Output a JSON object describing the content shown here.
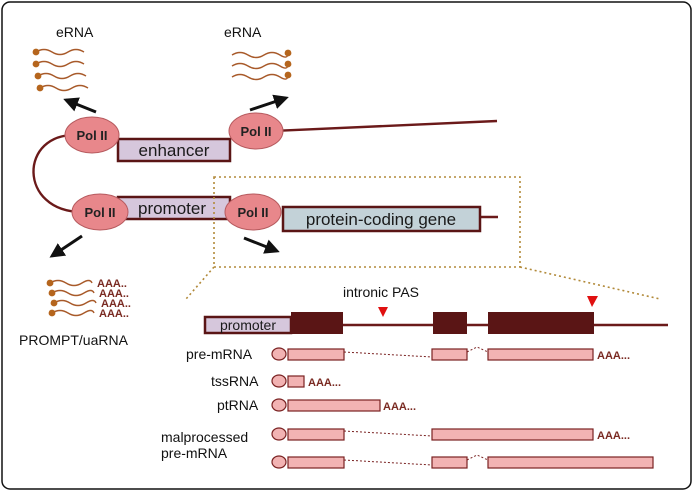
{
  "enhancer": {
    "erna_left": "eRNA",
    "erna_right": "eRNA",
    "polii_left": "Pol II",
    "polii_right": "Pol II",
    "box": "enhancer"
  },
  "promoter": {
    "polii_left": "Pol II",
    "polii_right": "Pol II",
    "box": "promoter",
    "gene": "protein-coding gene",
    "prompt_label": "PROMPT/uaRNA",
    "polya": [
      "AAA..",
      "AAA..",
      "AAA..",
      "AAA.."
    ]
  },
  "zoom": {
    "intronic_pas": "intronic PAS",
    "promoter_label": "promoter",
    "rows": [
      {
        "label": "pre-mRNA",
        "tail": "AAA..."
      },
      {
        "label": "tssRNA",
        "tail": "AAA..."
      },
      {
        "label": "ptRNA",
        "tail": "AAA..."
      },
      {
        "label": "malprocessed",
        "label2": "pre-mRNA",
        "tail": "AAA..."
      }
    ]
  },
  "colors": {
    "dna": "#6b1a1a",
    "pol": "#e8878b",
    "box_enh": "#d6c7dc",
    "box_gene": "#c3d2d8",
    "exon_dark": "#5a1515",
    "rna": "#f2b3b3",
    "rna_stroke": "#7a2222",
    "pas": "#e01010",
    "dots": "#b28a3a"
  }
}
